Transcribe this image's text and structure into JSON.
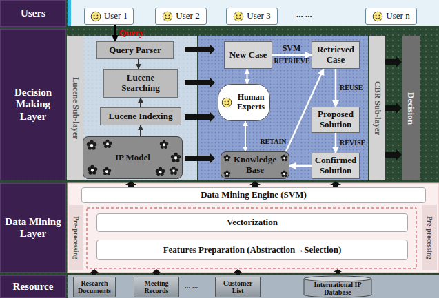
{
  "diagram": {
    "nodes": [
      {
        "text": [
          "Users"
        ]
      },
      {
        "text": [
          "User 1"
        ]
      },
      {
        "text": [
          "User 2"
        ]
      },
      {
        "text": [
          "User 3"
        ]
      },
      {
        "text": [
          "User n"
        ]
      },
      {
        "text": [
          "Decision Making Layer"
        ]
      },
      {
        "text": [
          "Lucene Sub-layer"
        ]
      },
      {
        "text": [
          "Query Parser"
        ]
      },
      {
        "text": [
          "Lucene Searching"
        ]
      },
      {
        "text": [
          "Lucene Indexing"
        ]
      },
      {
        "text": [
          "IP Model"
        ]
      },
      {
        "text": [
          "New Case"
        ]
      },
      {
        "text": [
          "Retrieved Case"
        ]
      },
      {
        "text": [
          "Human Experts"
        ]
      },
      {
        "text": [
          "Proposed Solution"
        ]
      },
      {
        "text": [
          "Knowledge Base"
        ]
      },
      {
        "text": [
          "Confirmed Solution"
        ]
      },
      {
        "text": [
          "CBR Sub-layer"
        ]
      },
      {
        "text": [
          "Decision"
        ]
      },
      {
        "text": [
          "Data Mining Layer"
        ]
      },
      {
        "text": [
          "Data Mining Engine (SVM)"
        ]
      },
      {
        "text": [
          "Pre-processing"
        ]
      },
      {
        "text": [
          "Vectorization"
        ]
      },
      {
        "text": [
          "Features Preparation (Abstraction→Selection)"
        ]
      },
      {
        "text": [
          "Pre-processing"
        ]
      },
      {
        "text": [
          "Resource"
        ]
      },
      {
        "text": [
          "Research Documents"
        ]
      },
      {
        "text": [
          "Meeting Records"
        ]
      },
      {
        "text": [
          "Customer List"
        ]
      },
      {
        "text": [
          "International IP Database"
        ]
      }
    ],
    "edges": [
      {
        "from": 1,
        "to": 7,
        "arrow": "to",
        "label": "Query"
      },
      {
        "from": 7,
        "to": 8,
        "arrow": "to"
      },
      {
        "from": 9,
        "to": 8,
        "arrow": "to"
      },
      {
        "from": 10,
        "to": 9,
        "arrow": "to"
      },
      {
        "from": 11,
        "to": 12,
        "arrow": "to",
        "label": "RETRIEVE"
      },
      {
        "from": 12,
        "to": 14,
        "arrow": "to",
        "label": "REUSE"
      },
      {
        "from": 14,
        "to": 16,
        "arrow": "to",
        "label": "REVISE"
      },
      {
        "from": 16,
        "to": 15,
        "arrow": "to"
      },
      {
        "from": 15,
        "to": 12,
        "arrow": "to",
        "label": "RETAIN"
      },
      {
        "from": 11,
        "to": 13,
        "arrow": "both"
      },
      {
        "from": 13,
        "to": 15,
        "arrow": "both"
      }
    ],
    "labels": [
      "... ...",
      "SVM",
      "... ..."
    ]
  }
}
